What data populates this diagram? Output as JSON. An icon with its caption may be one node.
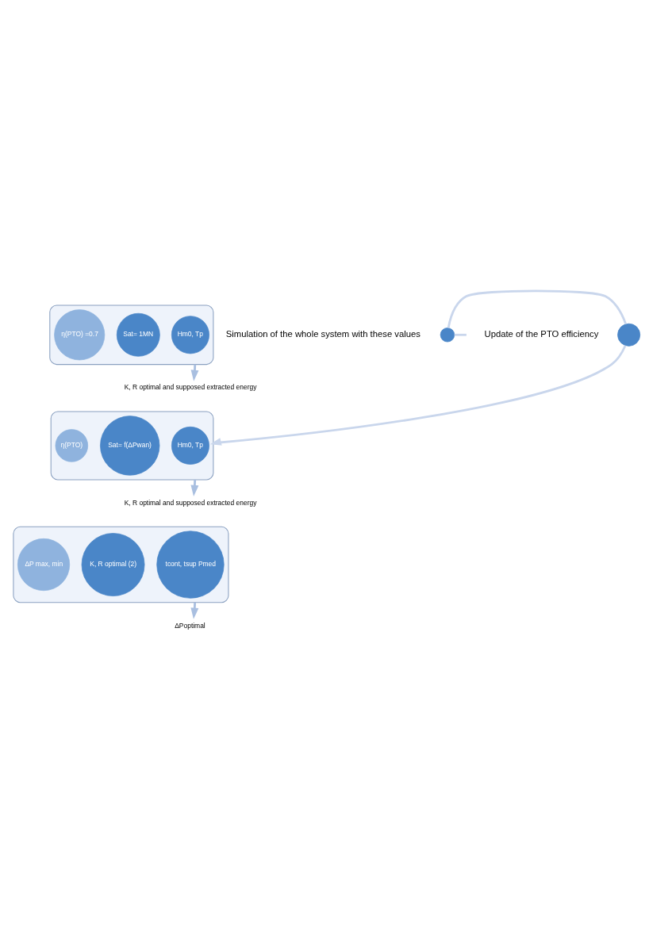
{
  "diagram": {
    "nodes": [
      {
        "text": [],
        "shape": "funnel"
      },
      {
        "text": [
          "Hm0, Tp"
        ],
        "in": 0
      },
      {
        "text": [
          "Sat= 1MN"
        ],
        "in": 0
      },
      {
        "text": [
          "η(PTO) =0.7"
        ],
        "in": 0
      },
      {
        "text": [
          "K, R optimal and supposed extracted energy"
        ]
      },
      {
        "text": [],
        "shape": "funnel"
      },
      {
        "text": [
          "Hm0, Tp"
        ],
        "in": 5
      },
      {
        "text": [
          "Sat= f(ΔPwan)"
        ],
        "in": 5
      },
      {
        "text": [
          "η(PTO)"
        ],
        "in": 5
      },
      {
        "text": [
          "K, R optimal and supposed extracted energy"
        ]
      },
      {
        "text": [],
        "shape": "funnel"
      },
      {
        "text": [
          "tcont, tsup Pmed"
        ],
        "in": 10
      },
      {
        "text": [
          "K, R optimal (2)"
        ],
        "in": 10
      },
      {
        "text": [
          "ΔP max, min"
        ],
        "in": 10
      },
      {
        "text": [
          "ΔPoptimal"
        ]
      },
      {
        "text": [],
        "shape": "circle",
        "beside": [
          "Update of the PTO efficiency"
        ]
      },
      {
        "text": [],
        "shape": "circle",
        "beside": [
          "Simulation of the whole system with these values"
        ]
      }
    ],
    "edges": [
      {
        "from": 0,
        "to": 4,
        "arrow": "to"
      },
      {
        "from": 5,
        "to": 9,
        "arrow": "to"
      },
      {
        "from": 10,
        "to": 14,
        "arrow": "to"
      },
      {
        "from": null,
        "to": 16,
        "arrow": "none",
        "color": "#c9d6ec"
      },
      {
        "from": 16,
        "to": 15,
        "arrow": "none",
        "color": "#c9d6ec"
      },
      {
        "from": 15,
        "to": 5,
        "arrow": "to",
        "color": "#c9d6ec"
      }
    ]
  }
}
